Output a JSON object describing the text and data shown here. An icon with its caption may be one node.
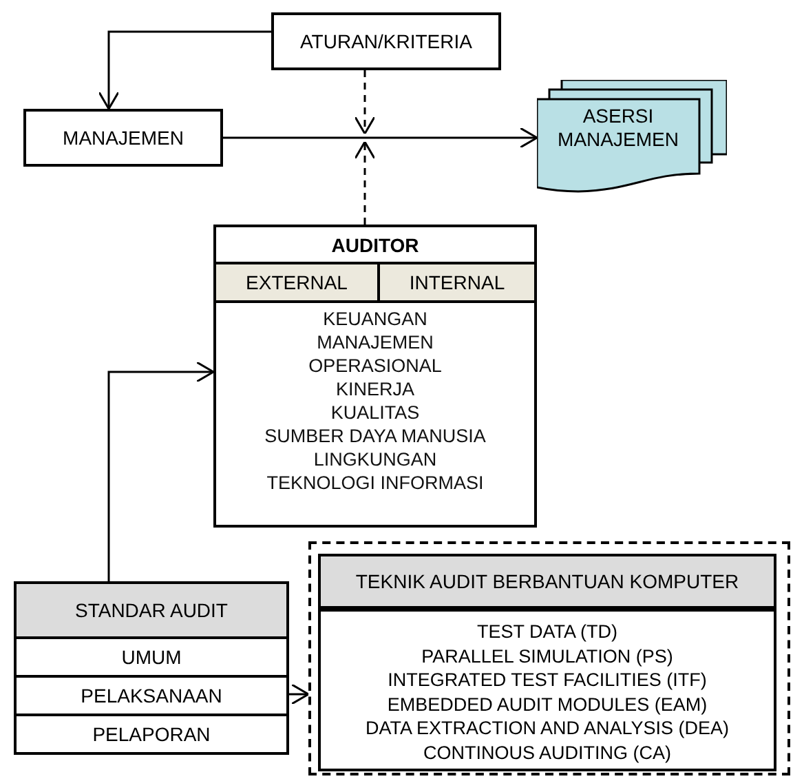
{
  "diagram": {
    "nodes": [
      {
        "text": [
          "ATURAN/KRITERIA"
        ]
      },
      {
        "text": [
          "MANAJEMEN"
        ]
      },
      {
        "text": [
          "ASERSI MANAJEMEN"
        ]
      },
      {
        "text": [
          "AUDITOR",
          "KEUANGAN",
          "MANAJEMEN",
          "OPERASIONAL",
          "KINERJA",
          "KUALITAS",
          "SUMBER DAYA MANUSIA",
          "LINGKUNGAN",
          "TEKNOLOGI INFORMASI"
        ]
      },
      {
        "text": [
          "EXTERNAL"
        ],
        "in": 3
      },
      {
        "text": [
          "INTERNAL"
        ],
        "in": 3
      },
      {
        "text": [
          "STANDAR AUDIT"
        ]
      },
      {
        "text": [
          "UMUM"
        ],
        "in": 6
      },
      {
        "text": [
          "PELAKSANAAN"
        ],
        "in": 6
      },
      {
        "text": [
          "PELAPORAN"
        ],
        "in": 6
      },
      {
        "text": [],
        "shape": "box"
      },
      {
        "text": [
          "TEKNIK AUDIT BERBANTUAN KOMPUTER",
          "TEST DATA (TD)",
          "PARALLEL SIMULATION (PS)",
          "INTEGRATED TEST FACILITIES (ITF)",
          "EMBEDDED AUDIT MODULES (EAM)",
          "DATA EXTRACTION AND ANALYSIS (DEA)",
          "CONTINOUS AUDITING (CA)"
        ],
        "in": 10
      }
    ],
    "edges": [
      {
        "from": 0,
        "to": 1,
        "arrow": "to"
      },
      {
        "from": 1,
        "to": 2,
        "arrow": "to"
      },
      {
        "from": 0,
        "to": null,
        "arrow": "to",
        "style": "dashed"
      },
      {
        "from": 3,
        "to": null,
        "arrow": "to",
        "style": "dashed"
      },
      {
        "from": 6,
        "to": 3,
        "arrow": "to"
      },
      {
        "from": 8,
        "to": 10,
        "arrow": "to"
      }
    ]
  }
}
